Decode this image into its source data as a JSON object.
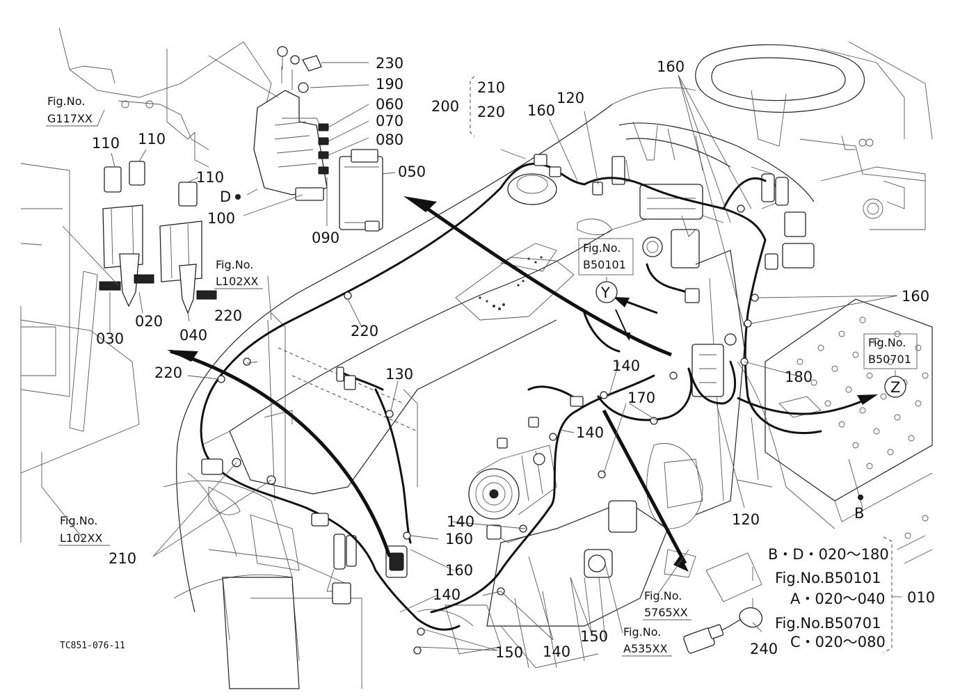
{
  "diagram_code": "TC851-076-11",
  "callouts": {
    "c230": "230",
    "c190": "190",
    "c060": "060",
    "c070": "070",
    "c080": "080",
    "c050": "050",
    "c110a": "110",
    "c110b": "110",
    "c110c": "110",
    "c100": "100",
    "c090": "090",
    "cD": "D",
    "c030": "030",
    "c020": "020",
    "c040": "040",
    "c220a": "220",
    "c220b": "220",
    "c220c": "220",
    "c200": "200",
    "c210top": "210",
    "c220top": "220",
    "c160a": "160",
    "c120a": "120",
    "c160b": "160",
    "c160c": "160",
    "c180": "180",
    "cB": "B",
    "c130": "130",
    "c140a": "140",
    "c140b": "140",
    "c140c": "140",
    "c140d": "140",
    "c140e": "140",
    "c170": "170",
    "c120b": "120",
    "c160d": "160",
    "c160e": "160",
    "c210": "210",
    "c150a": "150",
    "c150b": "150",
    "c240": "240"
  },
  "markers": {
    "Y": "Y",
    "Z": "Z"
  },
  "figure_refs": {
    "g117_label": "Fig.No.",
    "g117_code": "G117XX",
    "l102a_label": "Fig.No.",
    "l102a_code": "L102XX",
    "l102b_label": "Fig.No.",
    "l102b_code": "L102XX",
    "b50101_label": "Fig.No.",
    "b50101_code": "B50101",
    "b50701_label": "Fig.No.",
    "b50701_code": "B50701",
    "f5765_label": "Fig.No.",
    "f5765_code": "5765XX",
    "a535_label": "Fig.No.",
    "a535_code": "A535XX"
  },
  "legend": {
    "line1": "B・D・020～180",
    "line2": "Fig.No.B50101",
    "line3": "A・020～040",
    "line4": "Fig.No.B50701",
    "line5": "C・020～080",
    "assembly": "010"
  }
}
